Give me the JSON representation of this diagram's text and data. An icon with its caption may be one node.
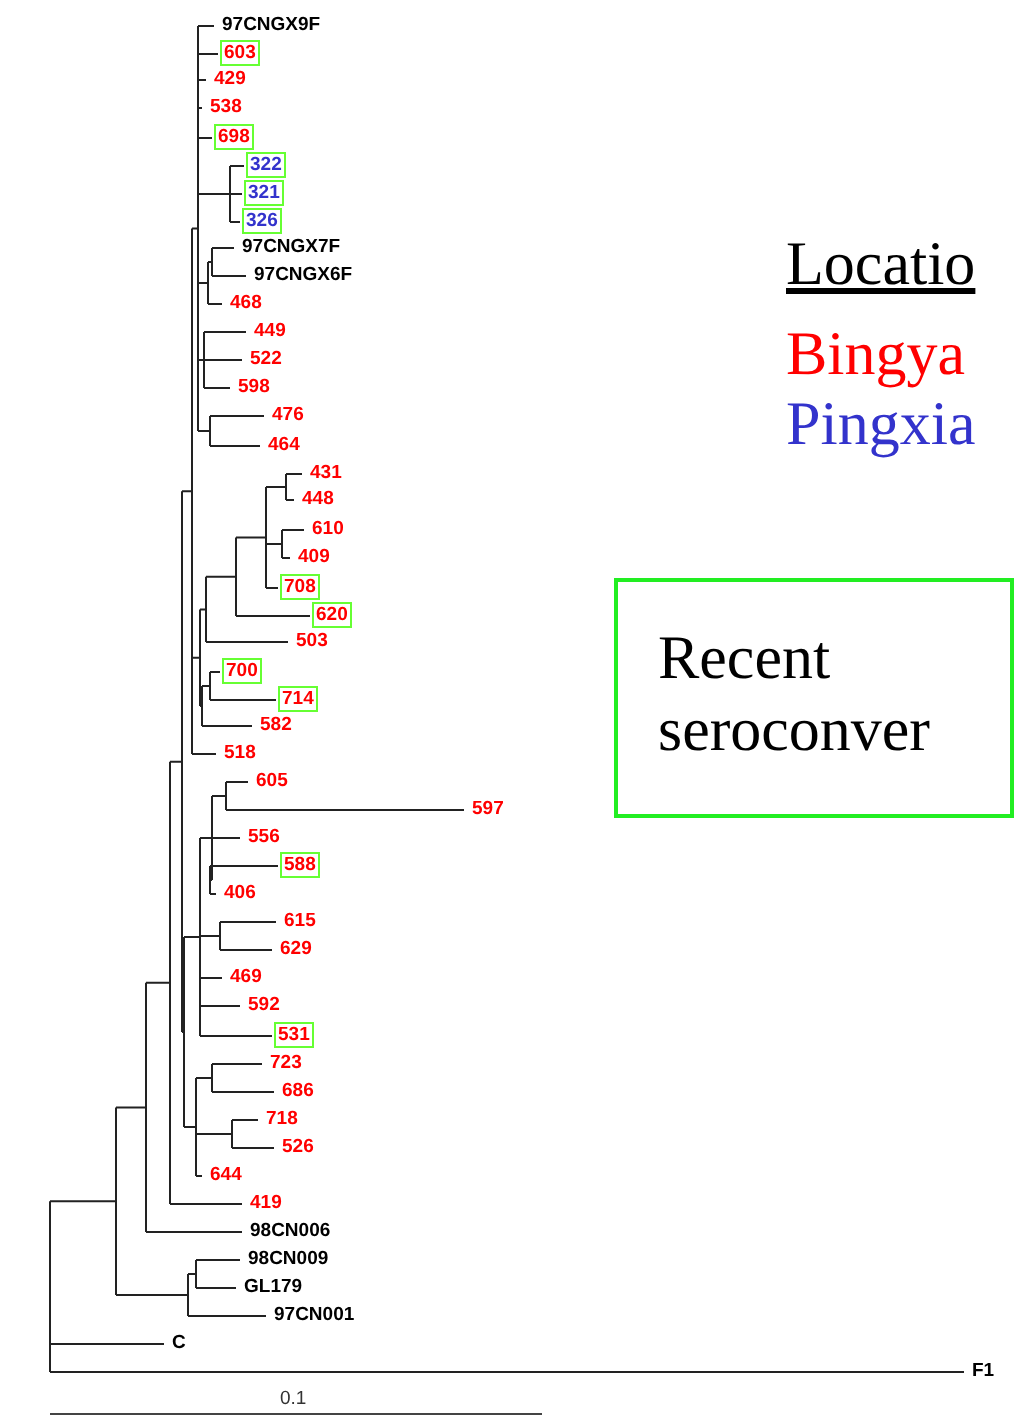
{
  "diagram": {
    "labels": [
      "97CNGX9F",
      "603",
      "429",
      "538",
      "698",
      "322",
      "321",
      "326",
      "97CNGX7F",
      "97CNGX6F",
      "468",
      "449",
      "522",
      "598",
      "476",
      "464",
      "431",
      "448",
      "610",
      "409",
      "708",
      "620",
      "503",
      "700",
      "714",
      "582",
      "518",
      "605",
      "597",
      "556",
      "588",
      "406",
      "615",
      "629",
      "469",
      "592",
      "531",
      "723",
      "686",
      "718",
      "526",
      "644",
      "419",
      "98CN006",
      "98CN009",
      "GL179",
      "97CN001",
      "C",
      "F1",
      "0.1",
      "Locatio"
    ],
    "legend": [
      {
        "text": "Bingya",
        "color": "#ff0000"
      },
      {
        "text": "Pingxia",
        "color": "#3333cc"
      },
      {
        "text": "Recent seroconver"
      }
    ]
  }
}
